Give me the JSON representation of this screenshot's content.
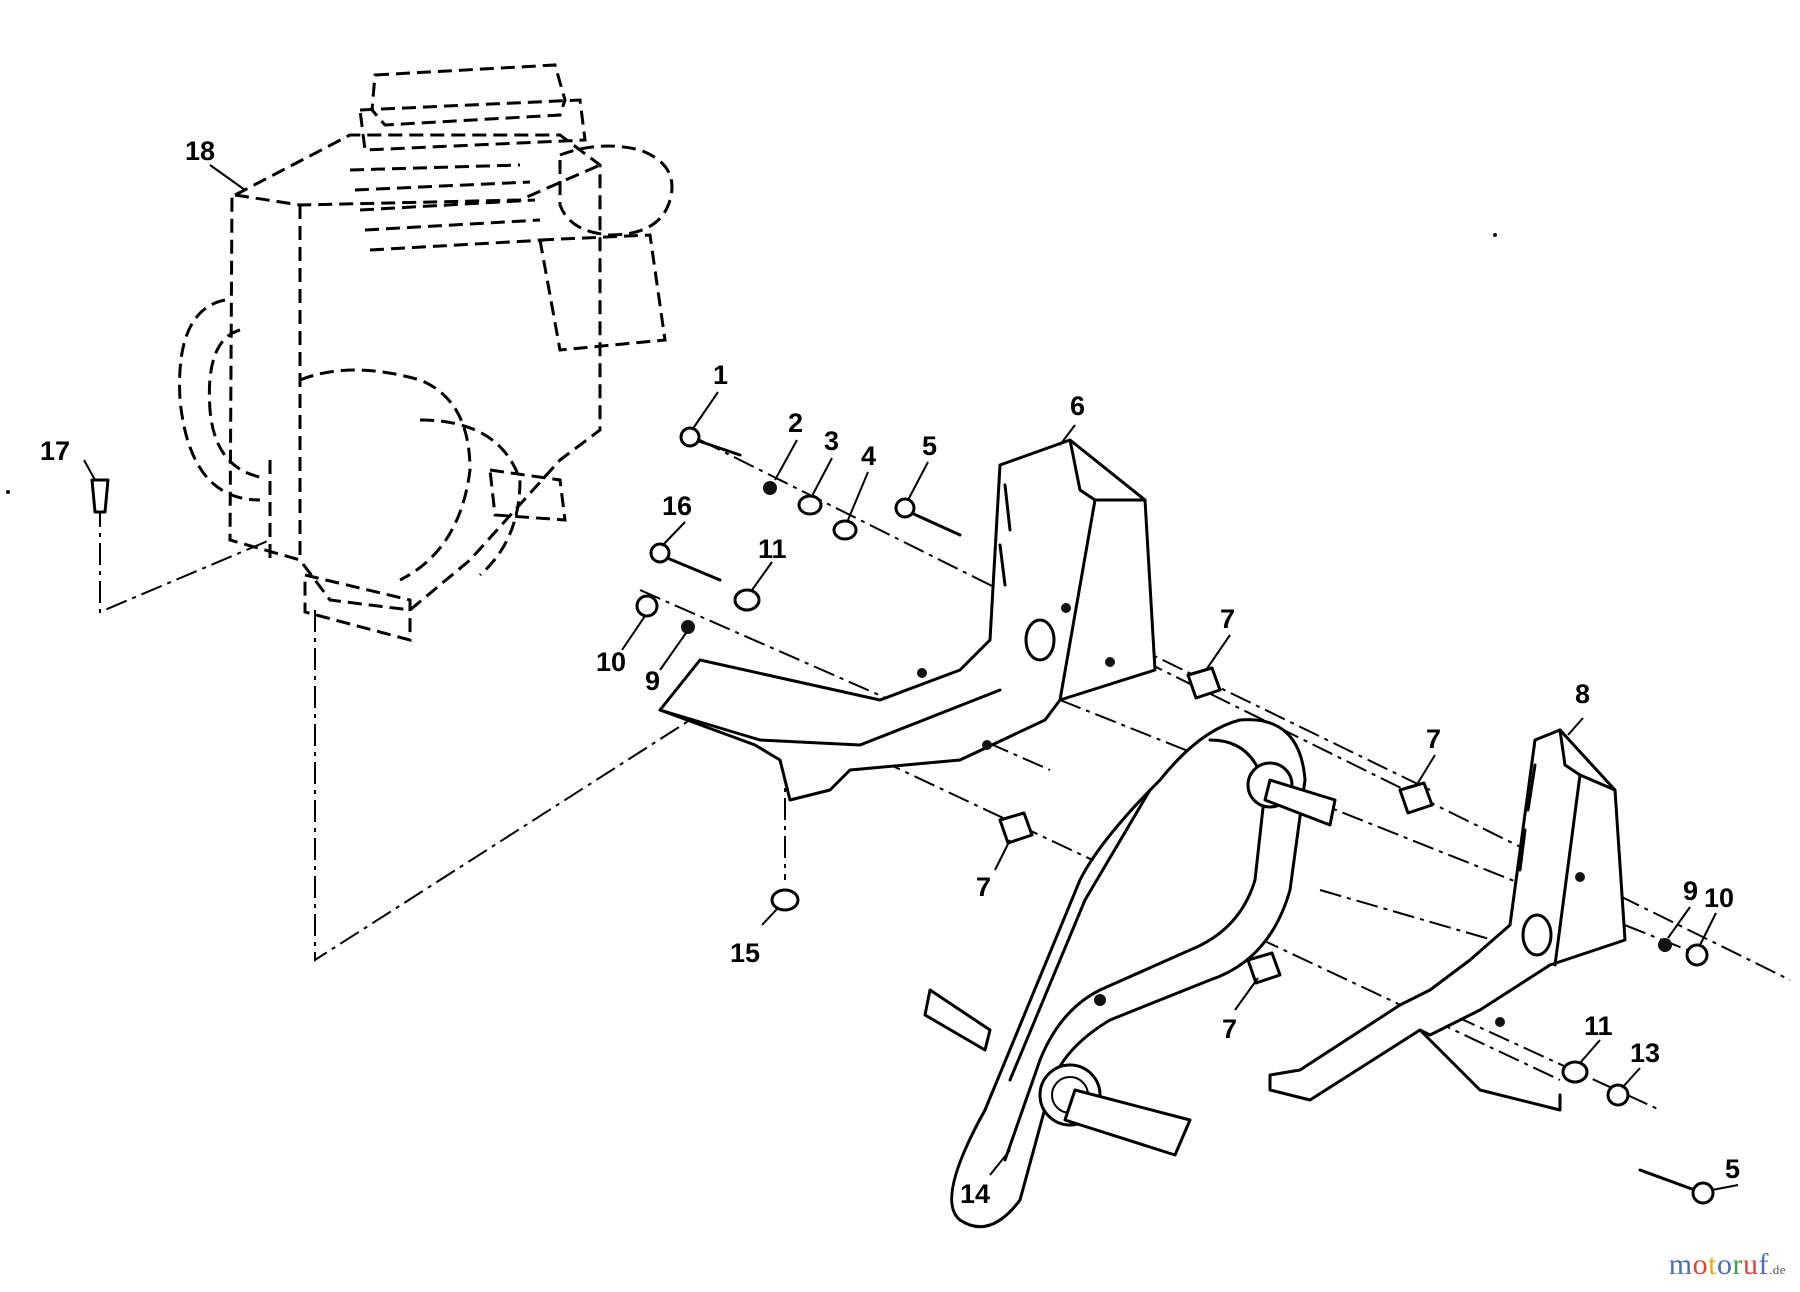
{
  "diagram": {
    "callouts": [
      {
        "id": "c1",
        "label": "1"
      },
      {
        "id": "c2",
        "label": "2"
      },
      {
        "id": "c3",
        "label": "3"
      },
      {
        "id": "c4",
        "label": "4"
      },
      {
        "id": "c5a",
        "label": "5"
      },
      {
        "id": "c5b",
        "label": "5"
      },
      {
        "id": "c6",
        "label": "6"
      },
      {
        "id": "c7a",
        "label": "7"
      },
      {
        "id": "c7b",
        "label": "7"
      },
      {
        "id": "c7c",
        "label": "7"
      },
      {
        "id": "c7d",
        "label": "7"
      },
      {
        "id": "c8",
        "label": "8"
      },
      {
        "id": "c9a",
        "label": "9"
      },
      {
        "id": "c9b",
        "label": "9"
      },
      {
        "id": "c10a",
        "label": "10"
      },
      {
        "id": "c10b",
        "label": "10"
      },
      {
        "id": "c11a",
        "label": "11"
      },
      {
        "id": "c11b",
        "label": "11"
      },
      {
        "id": "c13",
        "label": "13"
      },
      {
        "id": "c14",
        "label": "14"
      },
      {
        "id": "c15",
        "label": "15"
      },
      {
        "id": "c16",
        "label": "16"
      },
      {
        "id": "c17",
        "label": "17"
      },
      {
        "id": "c18",
        "label": "18"
      }
    ]
  },
  "watermark": {
    "letters": [
      "m",
      "o",
      "t",
      "o",
      "r",
      "u",
      "f"
    ],
    "colors": [
      "#4a6fb5",
      "#d9453b",
      "#f2a81d",
      "#4a6fb5",
      "#3c9d4c",
      "#d9453b",
      "#4a6fb5"
    ],
    "suffix": ".de"
  }
}
